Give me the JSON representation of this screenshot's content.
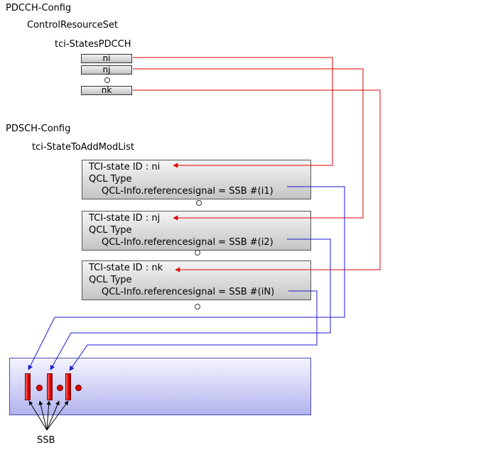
{
  "pdcch": {
    "title": "PDCCH-Config",
    "coreset": "ControlResourceSet",
    "tci_states": "tci-StatesPDCCH",
    "indices": [
      "ni",
      "nj",
      "nk"
    ]
  },
  "pdsch": {
    "title": "PDSCH-Config",
    "list": "tci-StateToAddModList",
    "states": [
      {
        "id": "TCI-state ID : ni",
        "qcl": "QCL Type",
        "ref": "QCL-Info.referencesignal = SSB #(i1)"
      },
      {
        "id": "TCI-state ID : nj",
        "qcl": "QCL Type",
        "ref": "QCL-Info.referencesignal = SSB #(i2)"
      },
      {
        "id": "TCI-state ID : nk",
        "qcl": "QCL Type",
        "ref": "QCL-Info.referencesignal = SSB #(iN)"
      }
    ]
  },
  "ssb": {
    "label": "SSB"
  },
  "colors": {
    "pdcch_link": "#e00000",
    "ssb_link": "#1a1ad6",
    "panel": "#b3b3ee",
    "ssb_block": "#e00000"
  }
}
